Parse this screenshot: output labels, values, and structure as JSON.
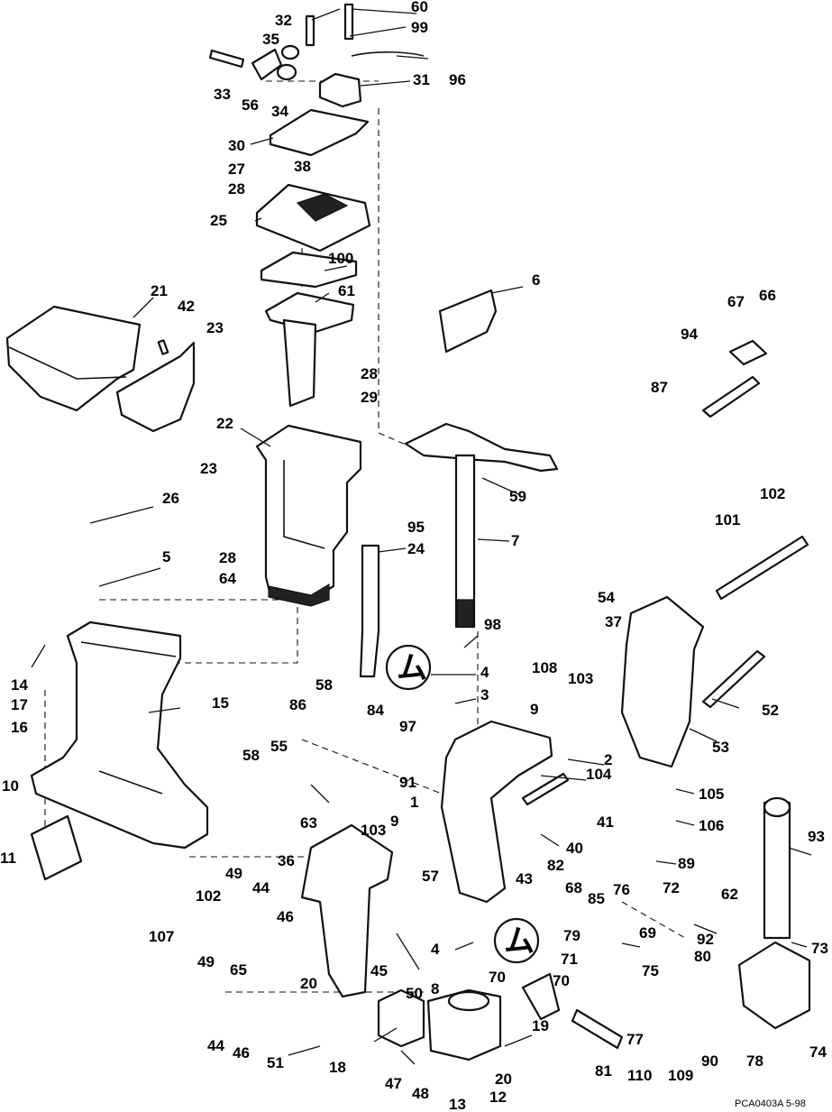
{
  "diagram": {
    "callouts": [
      "1",
      "2",
      "3",
      "4",
      "4",
      "5",
      "6",
      "7",
      "8",
      "9",
      "9",
      "10",
      "11",
      "12",
      "13",
      "14",
      "15",
      "16",
      "17",
      "18",
      "19",
      "20",
      "20",
      "21",
      "22",
      "23",
      "23",
      "24",
      "25",
      "26",
      "27",
      "28",
      "28",
      "28",
      "29",
      "30",
      "31",
      "32",
      "33",
      "34",
      "35",
      "36",
      "37",
      "38",
      "40",
      "41",
      "42",
      "43",
      "44",
      "44",
      "45",
      "46",
      "46",
      "47",
      "48",
      "49",
      "49",
      "50",
      "51",
      "52",
      "53",
      "54",
      "55",
      "56",
      "57",
      "58",
      "58",
      "59",
      "60",
      "61",
      "62",
      "63",
      "64",
      "65",
      "66",
      "67",
      "68",
      "69",
      "70",
      "70",
      "71",
      "72",
      "73",
      "74",
      "75",
      "76",
      "77",
      "78",
      "79",
      "80",
      "81",
      "82",
      "84",
      "85",
      "86",
      "87",
      "89",
      "90",
      "91",
      "92",
      "93",
      "94",
      "95",
      "96",
      "97",
      "98",
      "99",
      "100",
      "101",
      "102",
      "102",
      "103",
      "103",
      "104",
      "105",
      "106",
      "107",
      "108",
      "109",
      "110"
    ],
    "symbols": [
      "lubricant-symbol-upper",
      "lubricant-symbol-lower"
    ],
    "footer_ref": "PCA0403A   5-98"
  }
}
